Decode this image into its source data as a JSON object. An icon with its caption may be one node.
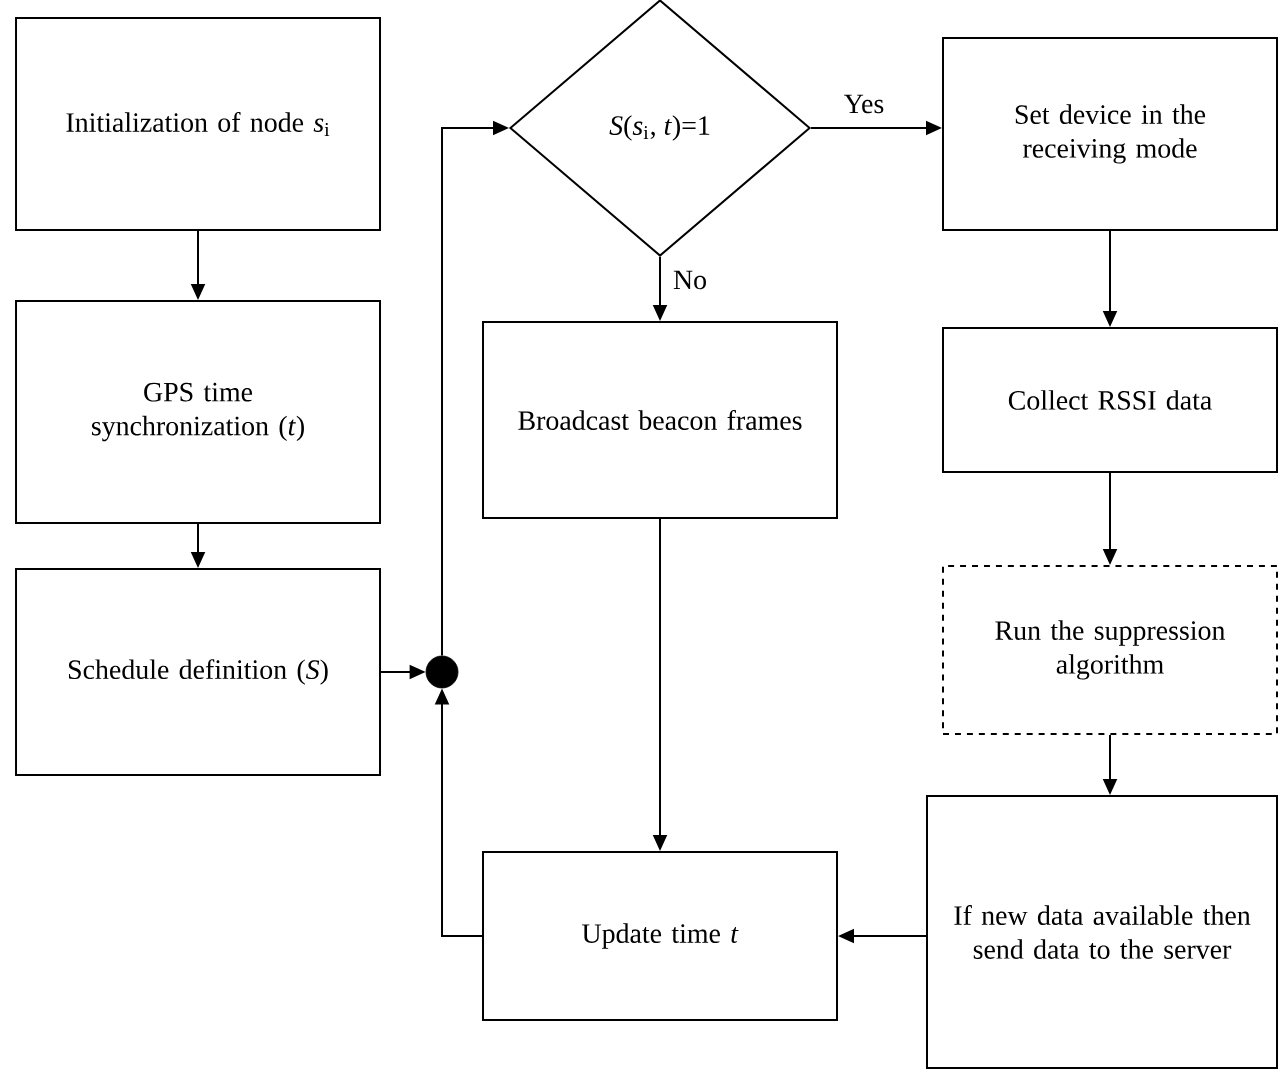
{
  "diagram": {
    "nodes": [
      {
        "text": [
          "Initialization of node *s*$_{i}$"
        ]
      },
      {
        "text": [
          "GPS time synchronization (*t*)"
        ]
      },
      {
        "text": [
          "Schedule definition (*S*)"
        ]
      },
      {
        "text": [],
        "shape": "circle"
      },
      {
        "text": [
          "*S*(*s*$_{i}$, *t*)=1"
        ]
      },
      {
        "text": [
          "Set device in the receiving mode"
        ]
      },
      {
        "text": [
          "Broadcast beacon frames"
        ]
      },
      {
        "text": [
          "Collect RSSI data"
        ]
      },
      {
        "text": [
          "Run the suppression algorithm"
        ]
      },
      {
        "text": [
          "Update time *t*"
        ]
      },
      {
        "text": [
          "If new data available then send data to the server"
        ]
      }
    ],
    "edges": [
      {
        "from": 0,
        "to": 1,
        "arrow": "to"
      },
      {
        "from": 1,
        "to": 2,
        "arrow": "to"
      },
      {
        "from": 2,
        "to": 3,
        "arrow": "to"
      },
      {
        "from": 9,
        "to": 3,
        "arrow": "to"
      },
      {
        "from": 3,
        "to": 4,
        "arrow": "to"
      },
      {
        "from": 4,
        "to": 5,
        "arrow": "to",
        "label": "Yes"
      },
      {
        "from": 4,
        "to": 6,
        "arrow": "to",
        "label": "No"
      },
      {
        "from": 5,
        "to": 7,
        "arrow": "to"
      },
      {
        "from": 7,
        "to": 8,
        "arrow": "to"
      },
      {
        "from": 8,
        "to": 10,
        "arrow": "to"
      },
      {
        "from": 6,
        "to": 9,
        "arrow": "to"
      },
      {
        "from": 10,
        "to": 9,
        "arrow": "to"
      }
    ]
  }
}
